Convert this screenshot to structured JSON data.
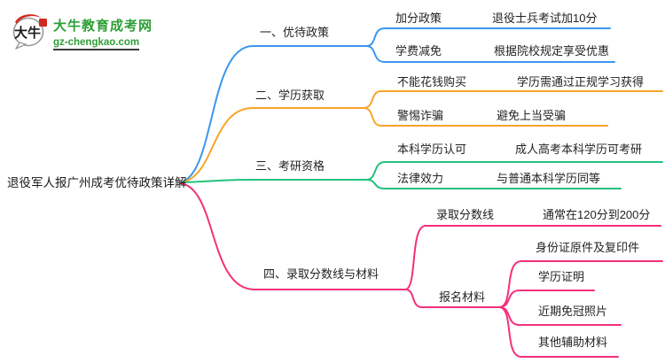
{
  "logo": {
    "icon_text": "大牛",
    "title": "大牛教育成考网",
    "domain": "gz-chengkao.com",
    "brand_green": "#2e9e36",
    "seal_red": "#cf2a1f"
  },
  "root": {
    "label": "退役军人报广州成考优待政策详解"
  },
  "branches": [
    {
      "label": "一、优待政策",
      "color": "#3b97ee",
      "children": [
        {
          "label": "加分政策",
          "detail": "退役士兵考试加10分"
        },
        {
          "label": "学费减免",
          "detail": "根据院校规定享受优惠"
        }
      ]
    },
    {
      "label": "二、学历获取",
      "color": "#f9a42a",
      "children": [
        {
          "label": "不能花钱购买",
          "detail": "学历需通过正规学习获得"
        },
        {
          "label": "警惕诈骗",
          "detail": "避免上当受骗"
        }
      ]
    },
    {
      "label": "三、考研资格",
      "color": "#22c17e",
      "children": [
        {
          "label": "本科学历认可",
          "detail": "成人高考本科学历可考研"
        },
        {
          "label": "法律效力",
          "detail": "与普通本科学历同等"
        }
      ]
    },
    {
      "label": "四、录取分数线与材料",
      "color": "#f4307c",
      "children": [
        {
          "label": "录取分数线",
          "detail": "通常在120分到200分"
        },
        {
          "label": "报名材料",
          "items": [
            "身份证原件及复印件",
            "学历证明",
            "近期免冠照片",
            "其他辅助材料"
          ]
        }
      ]
    }
  ]
}
